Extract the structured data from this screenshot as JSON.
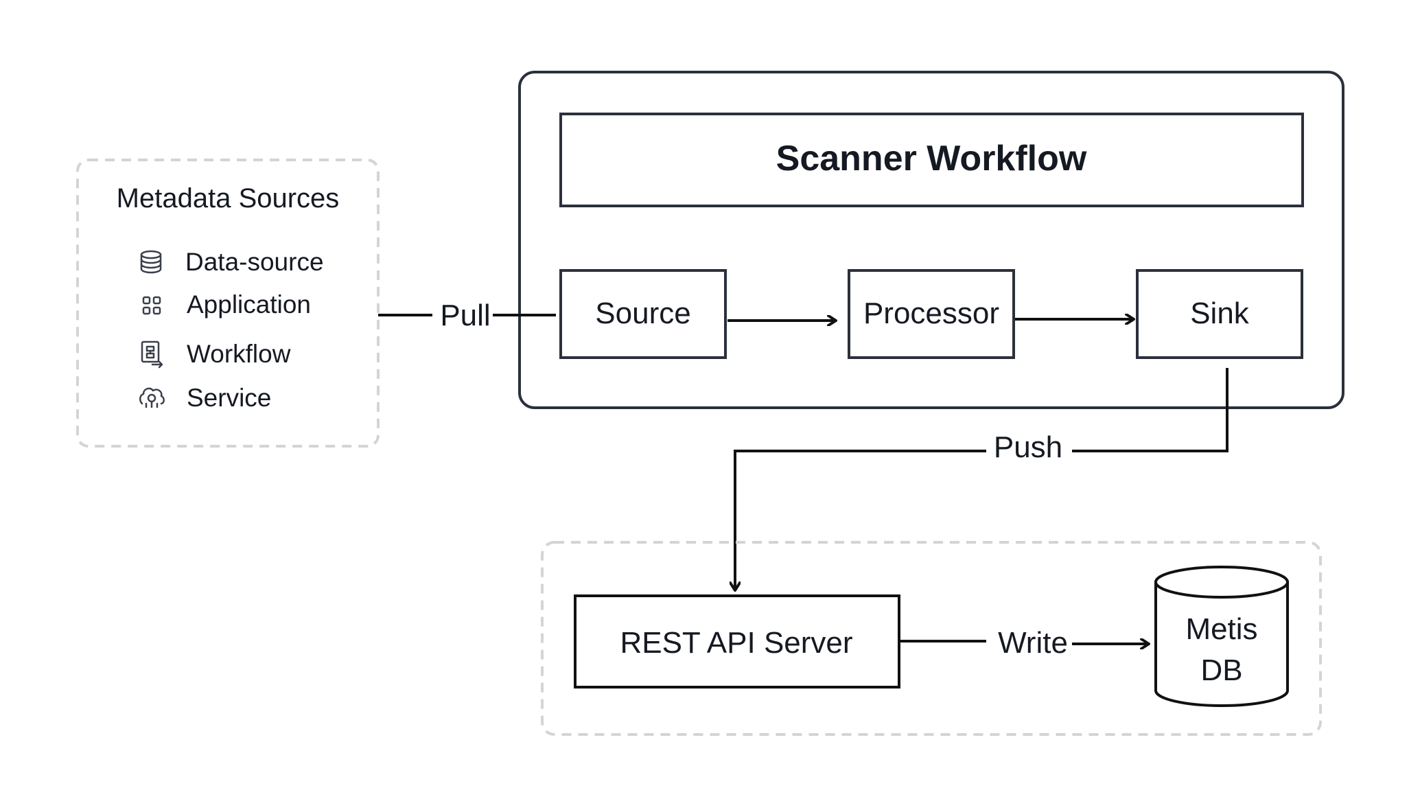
{
  "metadata_sources": {
    "title": "Metadata Sources",
    "items": [
      {
        "label": "Data-source",
        "icon": "database-icon"
      },
      {
        "label": "Application",
        "icon": "grid-icon"
      },
      {
        "label": "Workflow",
        "icon": "workflow-icon"
      },
      {
        "label": "Service",
        "icon": "service-icon"
      }
    ]
  },
  "scanner": {
    "title": "Scanner Workflow",
    "stages": {
      "source": "Source",
      "processor": "Processor",
      "sink": "Sink"
    }
  },
  "edges": {
    "pull": "Pull",
    "push": "Push",
    "write": "Write"
  },
  "storage": {
    "server": "REST API Server",
    "db_line1": "Metis",
    "db_line2": "DB"
  },
  "colors": {
    "stroke": "#2b303b",
    "dashed_border": "#d4d4d4",
    "text": "#151922"
  }
}
